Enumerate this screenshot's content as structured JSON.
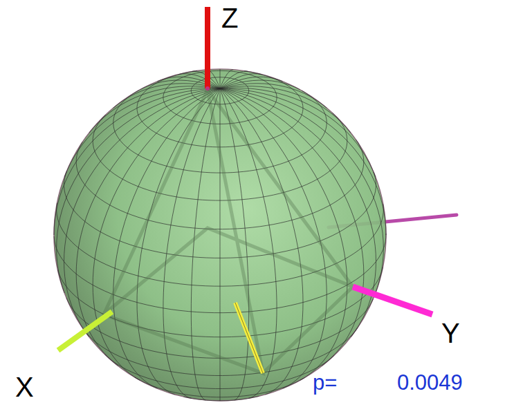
{
  "diagram": {
    "labels": [
      "Z",
      "Y",
      "X",
      "p=",
      "0.0049"
    ]
  }
}
